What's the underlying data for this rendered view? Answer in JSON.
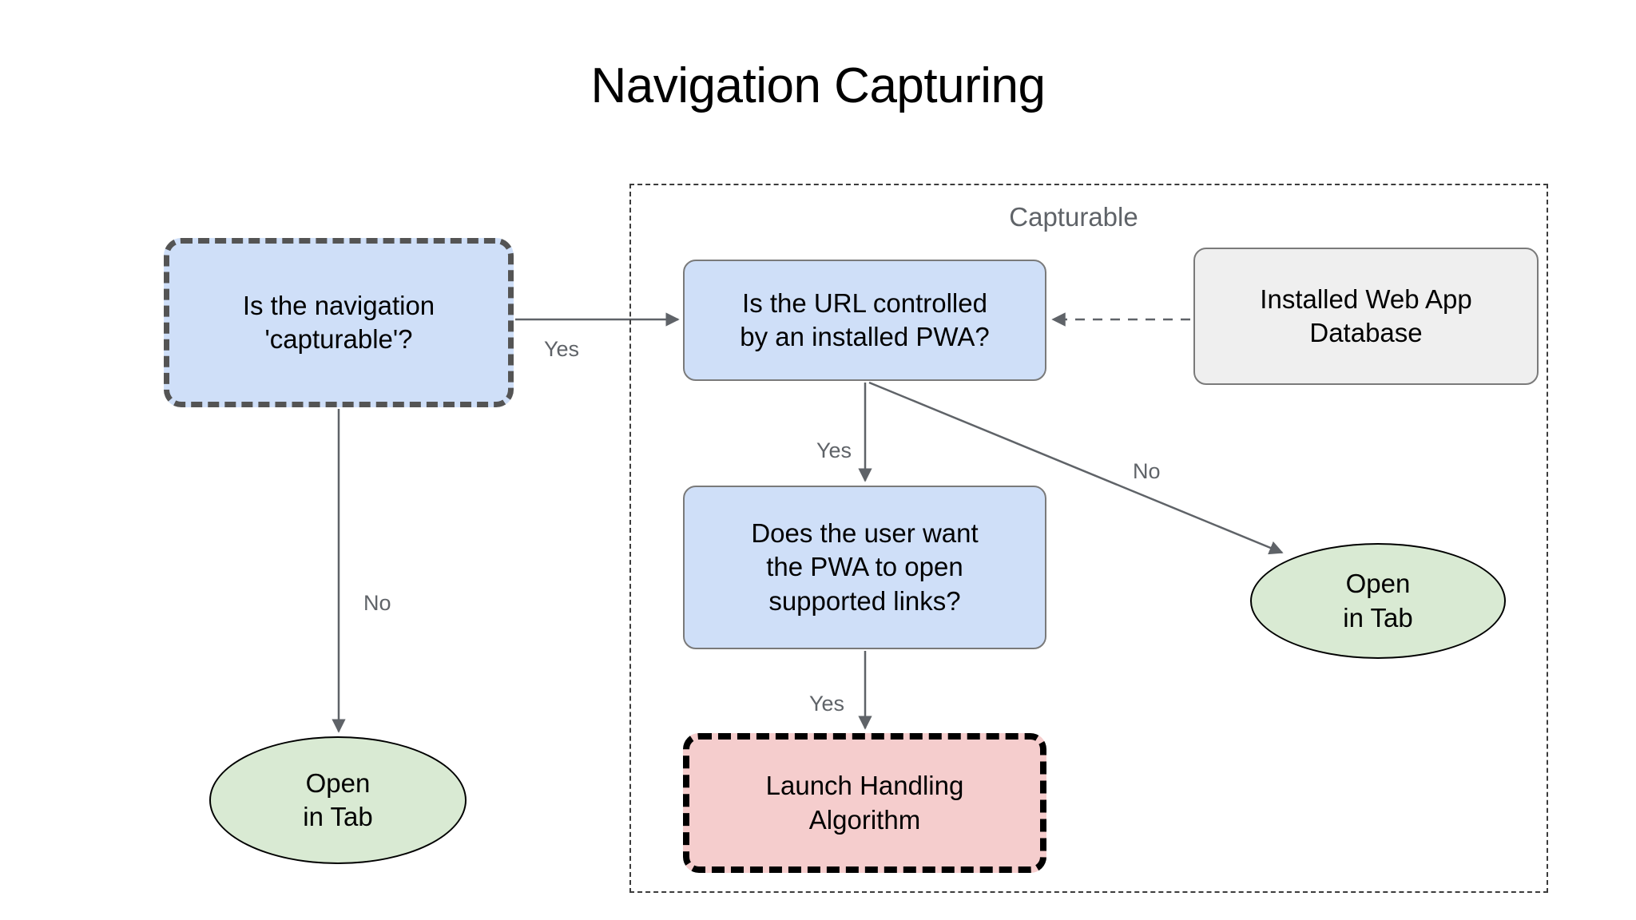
{
  "title": "Navigation Capturing",
  "group": {
    "label": "Capturable"
  },
  "nodes": {
    "capturable_question": "Is the navigation\n'capturable'?",
    "url_question": "Is the URL controlled\nby an installed PWA?",
    "database": "Installed Web App\nDatabase",
    "user_want_question": "Does the user want\nthe PWA to open\nsupported links?",
    "launch_handling": "Launch Handling\nAlgorithm",
    "open_in_tab_left": "Open\nin Tab",
    "open_in_tab_right": "Open\nin Tab"
  },
  "edge_labels": {
    "capturable_yes": "Yes",
    "capturable_no": "No",
    "url_yes": "Yes",
    "url_no": "No",
    "user_want_yes": "Yes"
  },
  "colors": {
    "decision_fill": "#cfdff8",
    "database_fill": "#efefef",
    "terminal_fill": "#d9ead3",
    "algorithm_fill": "#f5cdcd",
    "edge_stroke": "#5f6368",
    "group_border": "#3c3c3c",
    "emphasis_border": "#545454",
    "algorithm_border": "#000000"
  },
  "chart_data": {
    "type": "diagram",
    "title": "Navigation Capturing",
    "nodes": [
      {
        "id": "capturable_question",
        "label": "Is the navigation 'capturable'?",
        "shape": "rounded-rect",
        "style": "dashed-emphasis",
        "fill": "#cfdff8"
      },
      {
        "id": "open_in_tab_left",
        "label": "Open in Tab",
        "shape": "ellipse",
        "style": "terminal",
        "fill": "#d9ead3"
      },
      {
        "id": "url_question",
        "label": "Is the URL controlled by an installed PWA?",
        "shape": "rounded-rect",
        "style": "solid",
        "fill": "#cfdff8",
        "group": "Capturable"
      },
      {
        "id": "database",
        "label": "Installed Web App Database",
        "shape": "rounded-rect",
        "style": "solid",
        "fill": "#efefef",
        "group": "Capturable"
      },
      {
        "id": "user_want_question",
        "label": "Does the user want the PWA to open supported links?",
        "shape": "rounded-rect",
        "style": "solid",
        "fill": "#cfdff8",
        "group": "Capturable"
      },
      {
        "id": "open_in_tab_right",
        "label": "Open in Tab",
        "shape": "ellipse",
        "style": "terminal",
        "fill": "#d9ead3",
        "group": "Capturable"
      },
      {
        "id": "launch_handling",
        "label": "Launch Handling Algorithm",
        "shape": "rounded-rect",
        "style": "dashed-emphasis-black",
        "fill": "#f5cdcd",
        "group": "Capturable"
      }
    ],
    "edges": [
      {
        "from": "capturable_question",
        "to": "url_question",
        "label": "Yes",
        "style": "solid"
      },
      {
        "from": "capturable_question",
        "to": "open_in_tab_left",
        "label": "No",
        "style": "solid"
      },
      {
        "from": "database",
        "to": "url_question",
        "label": "",
        "style": "dashed"
      },
      {
        "from": "url_question",
        "to": "user_want_question",
        "label": "Yes",
        "style": "solid"
      },
      {
        "from": "url_question",
        "to": "open_in_tab_right",
        "label": "No",
        "style": "solid"
      },
      {
        "from": "user_want_question",
        "to": "launch_handling",
        "label": "Yes",
        "style": "solid"
      }
    ],
    "groups": [
      {
        "label": "Capturable",
        "members": [
          "url_question",
          "database",
          "user_want_question",
          "open_in_tab_right",
          "launch_handling"
        ]
      }
    ]
  }
}
